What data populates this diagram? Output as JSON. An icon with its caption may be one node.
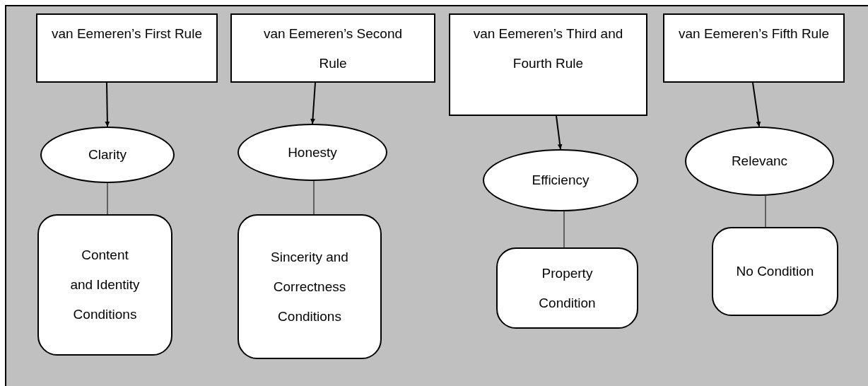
{
  "diagram": {
    "nodes": [
      {
        "text": [
          "van Eemeren’s First Rule"
        ]
      },
      {
        "text": [
          "van Eemeren’s Second Rule"
        ]
      },
      {
        "text": [
          "van Eemeren’s Third and Fourth Rule"
        ]
      },
      {
        "text": [
          "van Eemeren’s Fifth Rule"
        ]
      },
      {
        "text": [
          "Clarity"
        ]
      },
      {
        "text": [
          "Honesty"
        ]
      },
      {
        "text": [
          "Efficiency"
        ]
      },
      {
        "text": [
          "Relevanc"
        ]
      },
      {
        "text": [
          "Content and Identity Conditions"
        ]
      },
      {
        "text": [
          "Sincerity and Correctness Conditions"
        ]
      },
      {
        "text": [
          "Property Condition"
        ]
      },
      {
        "text": [
          "No Condition"
        ]
      }
    ],
    "edges": [
      {
        "from": 0,
        "to": 4,
        "arrow": "to"
      },
      {
        "from": 1,
        "to": 5,
        "arrow": "to"
      },
      {
        "from": 2,
        "to": 6,
        "arrow": "to"
      },
      {
        "from": 3,
        "to": 7,
        "arrow": "to"
      },
      {
        "from": 4,
        "to": 8,
        "arrow": "none"
      },
      {
        "from": 5,
        "to": 9,
        "arrow": "none"
      },
      {
        "from": 6,
        "to": 10,
        "arrow": "none"
      },
      {
        "from": 7,
        "to": 11,
        "arrow": "none"
      }
    ]
  }
}
